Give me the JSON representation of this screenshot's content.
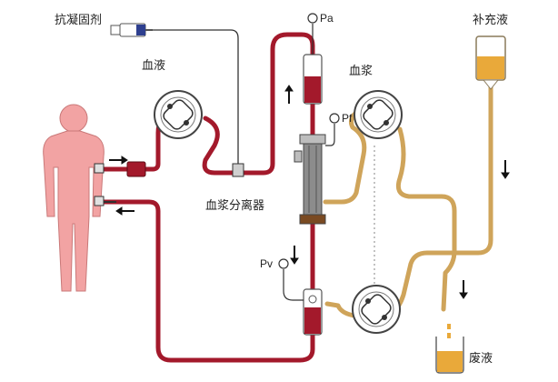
{
  "labels": {
    "anticoagulant": "抗凝固剂",
    "blood": "血液",
    "plasma_top": "血浆",
    "replacement": "补充液",
    "separator": "血浆分离器",
    "waste": "废液",
    "pa": "Pa",
    "pf": "Pf",
    "pv": "Pv"
  },
  "colors": {
    "blood_line": "#a3192b",
    "plasma_line": "#cfa45a",
    "replacement_fill": "#e9a93a",
    "body": "#f2a3a3"
  }
}
